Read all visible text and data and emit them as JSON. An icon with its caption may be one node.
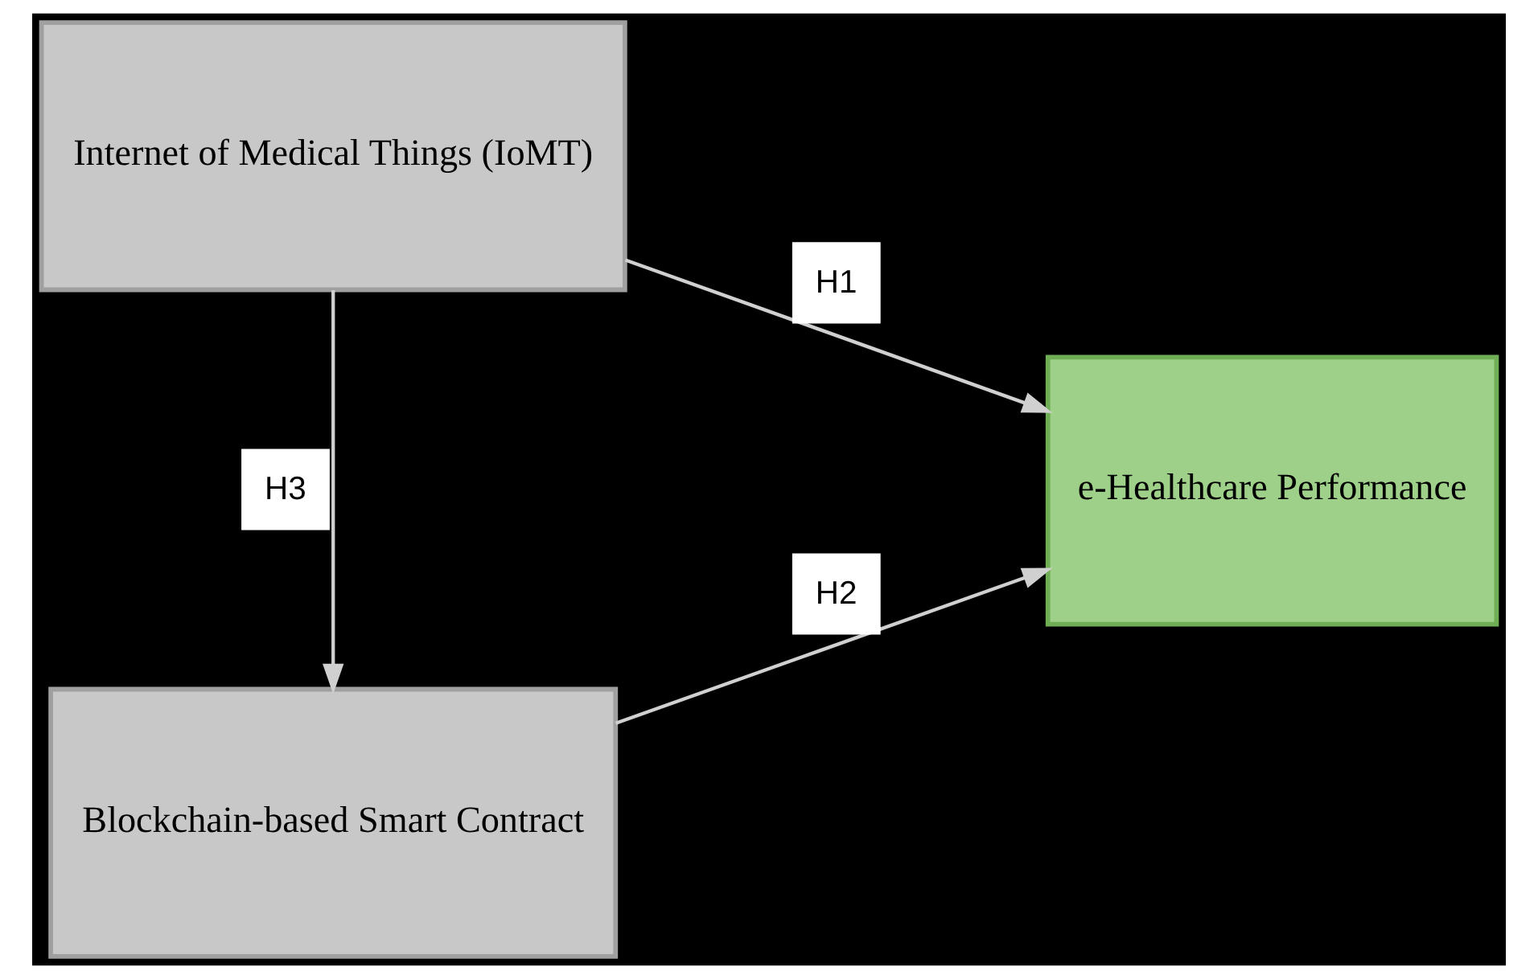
{
  "diagram": {
    "nodes": [
      {
        "text": [
          "Internet of Medical Things (IoMT)"
        ]
      },
      {
        "text": [
          "Blockchain-based Smart Contract"
        ]
      },
      {
        "text": [
          "e-Healthcare Performance"
        ]
      }
    ],
    "edges": [
      {
        "from": 0,
        "to": 2,
        "arrow": "to",
        "label": "H1"
      },
      {
        "from": 1,
        "to": 2,
        "arrow": "to",
        "label": "H2"
      },
      {
        "from": 0,
        "to": 1,
        "arrow": "to",
        "label": "H3"
      }
    ]
  }
}
